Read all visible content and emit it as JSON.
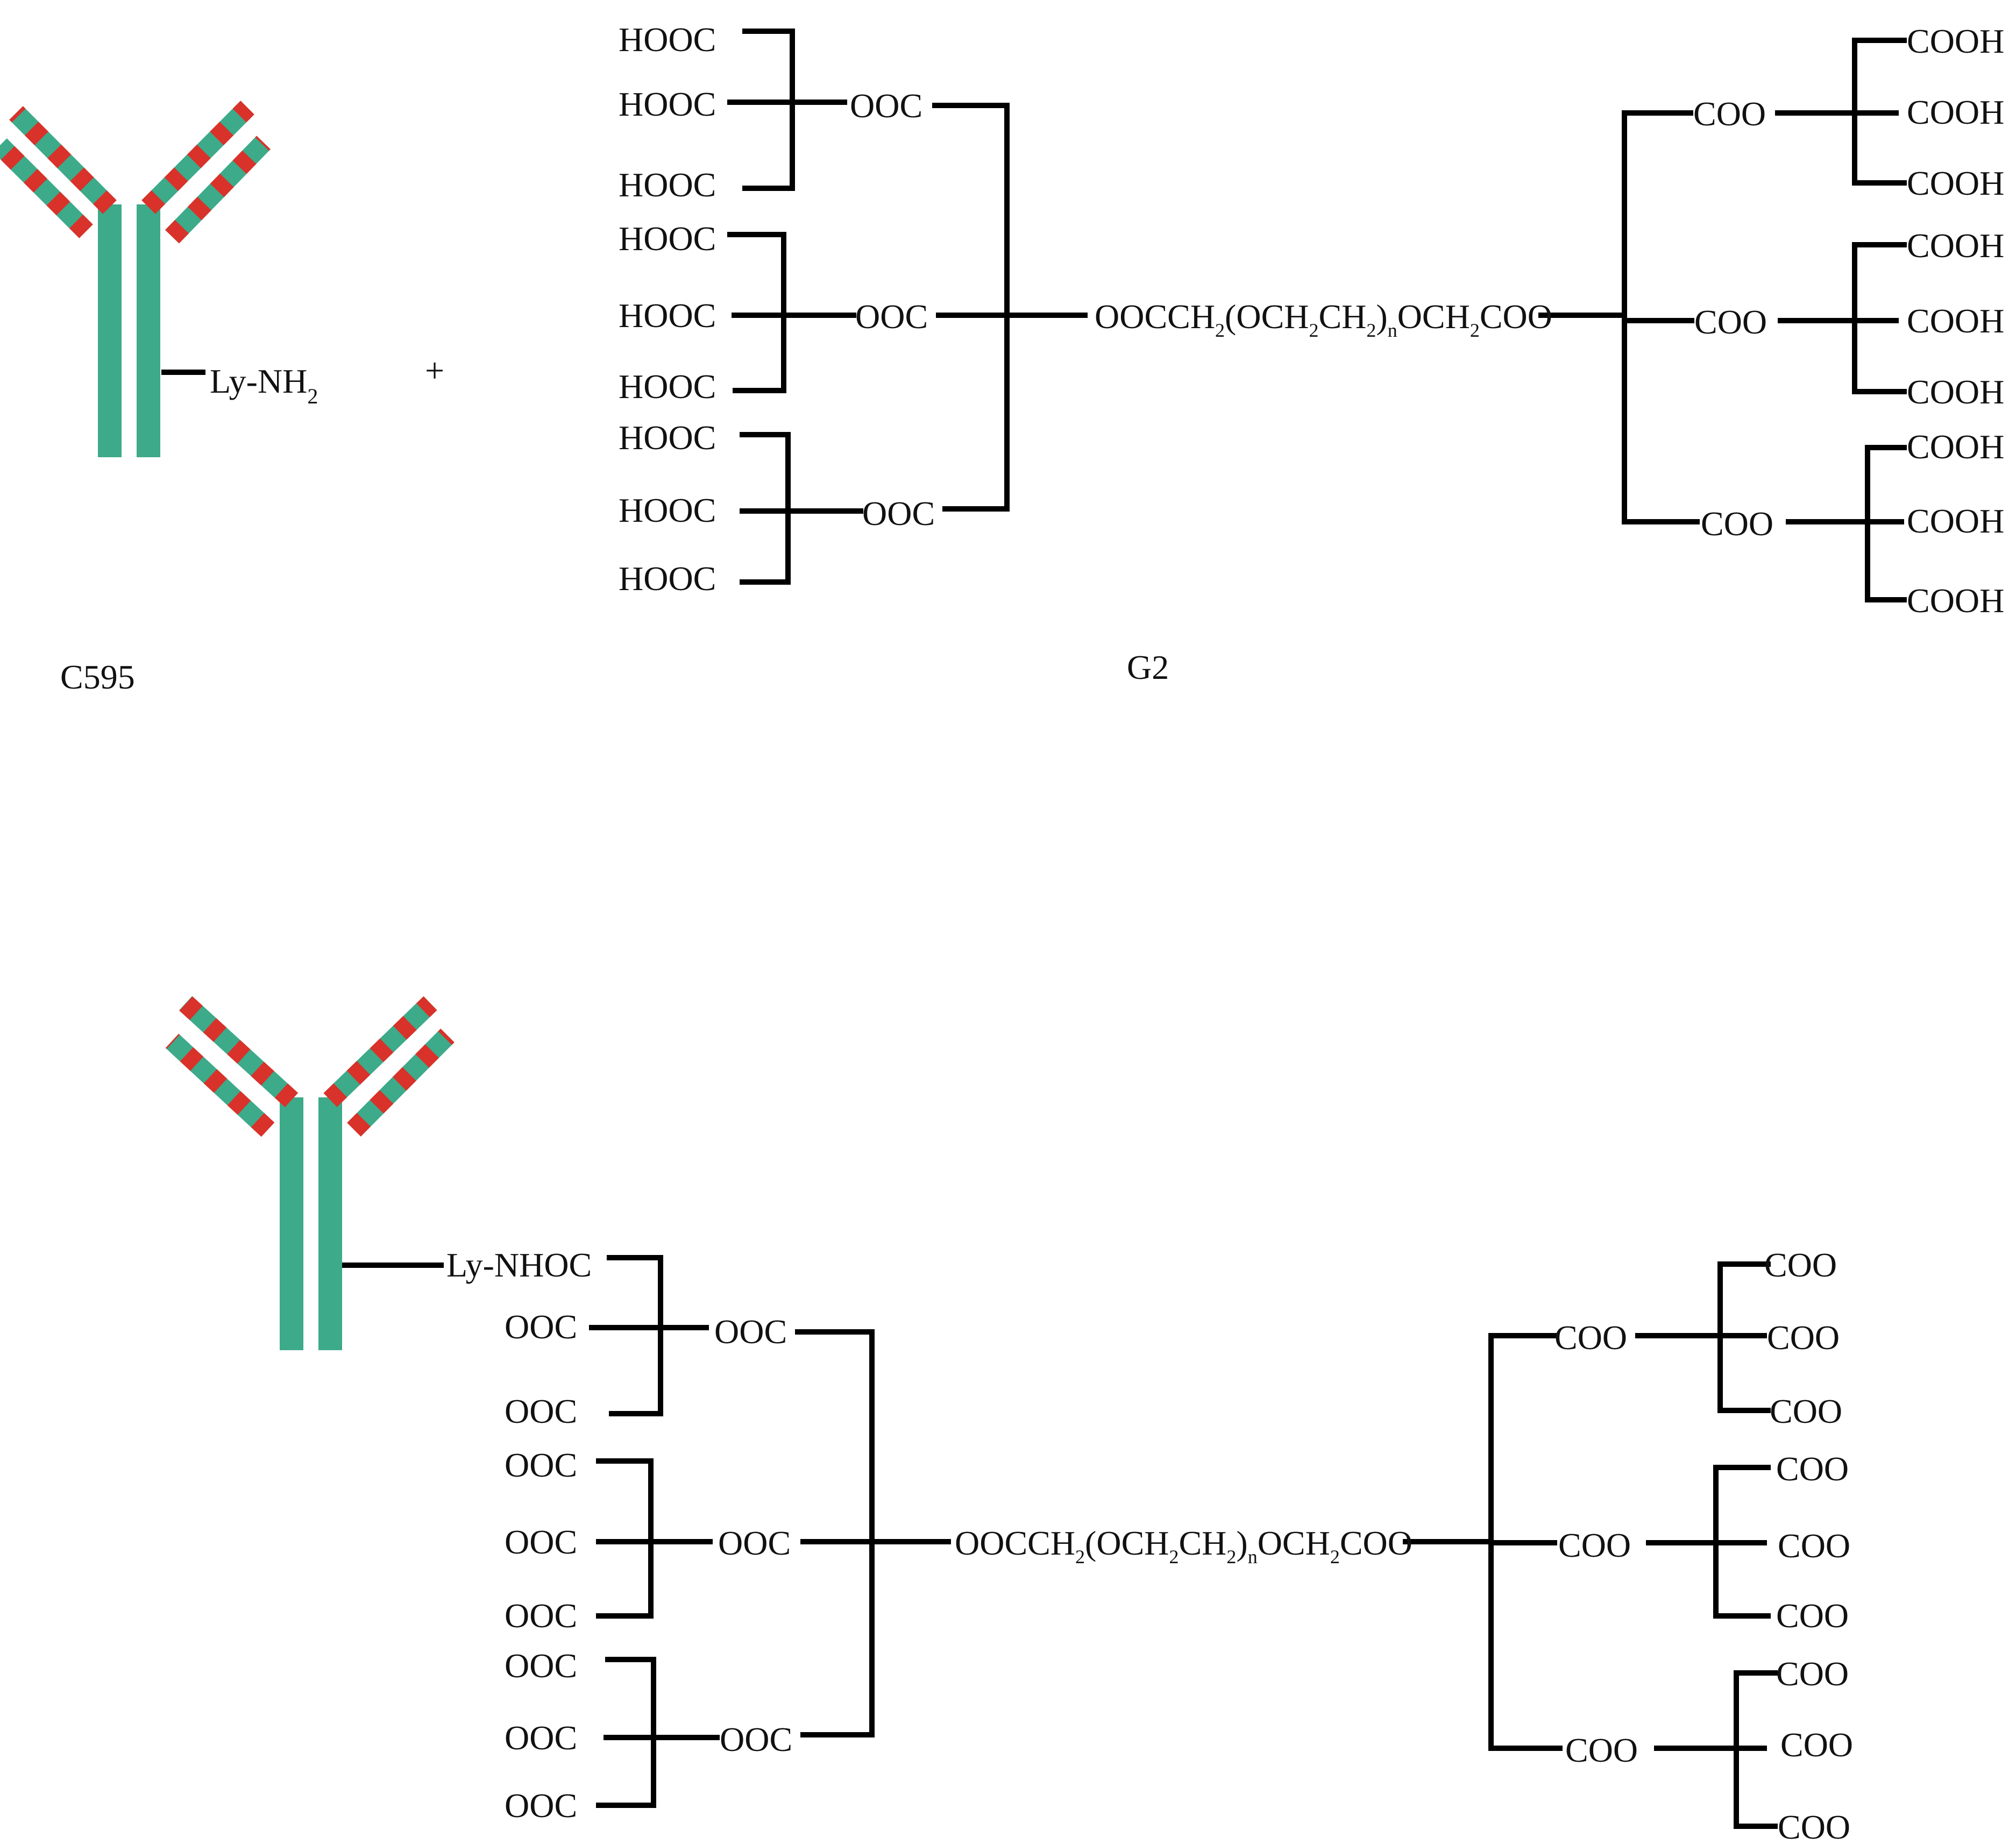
{
  "colors": {
    "antibody_body": "#3DAA8A",
    "antibody_stripe": "#D8322A",
    "bond": "#000000"
  },
  "icons": {
    "antibody": "antibody-icon"
  },
  "reactant_antibody": {
    "name": "C595",
    "group_main": "Ly-NH",
    "group_sub": "2"
  },
  "plus": "+",
  "reactant_dendrimer": {
    "name": "G2",
    "left_terminals": [
      "HOOC",
      "HOOC",
      "HOOC",
      "HOOC",
      "HOOC",
      "HOOC",
      "HOOC",
      "HOOC",
      "HOOC"
    ],
    "left_branches": [
      "OOC",
      "OOC",
      "OOC"
    ],
    "right_branches": [
      "COO",
      "COO",
      "COO"
    ],
    "right_terminals": [
      "COOH",
      "COOH",
      "COOH",
      "COOH",
      "COOH",
      "COOH",
      "COOH",
      "COOH",
      "COOH"
    ]
  },
  "linker": {
    "p1": "OOCCH",
    "s1": "2",
    "p2": "(OCH",
    "s2": "2",
    "p3": "CH",
    "s3": "2",
    "p4": ")",
    "s4": "n",
    "p5": "OCH",
    "s5": "2",
    "p6": "COO"
  },
  "product": {
    "link_label": "Ly-NHOC",
    "left_terminals": [
      "OOC",
      "OOC",
      "OOC",
      "OOC",
      "OOC",
      "OOC",
      "OOC",
      "OOC"
    ],
    "left_branches": [
      "OOC",
      "OOC",
      "OOC"
    ],
    "right_branches": [
      "COO",
      "COO",
      "COO"
    ],
    "right_terminals": [
      "COO",
      "COO",
      "COO",
      "COO",
      "COO",
      "COO",
      "COO",
      "COO",
      "COO"
    ]
  }
}
